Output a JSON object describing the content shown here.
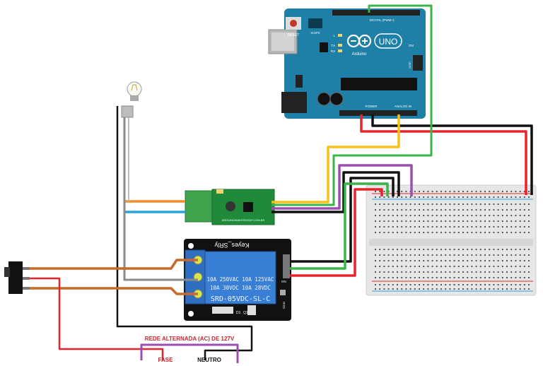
{
  "arduino": {
    "reset_label": "RESET",
    "icsp_label": "ICSP2",
    "digital_label": "DIGITAL (PWM~)",
    "led_l": "L",
    "led_tx": "TX",
    "led_rx": "RX",
    "brand": "Arduino",
    "model": "UNO",
    "on_label": "ON",
    "power_label": "POWER",
    "analog_label": "ANALOG IN",
    "icsp_side": "ICSP"
  },
  "sensor": {
    "text": "ARDUINOMAKERSHOP.COM.BR"
  },
  "relay": {
    "brand": "Keyes_SRly",
    "rating1": "10A 250VAC  10A 125VAC",
    "rating2": "10A  30VDC  10A  28VDC",
    "model": "SRD-05VDC-SL-C",
    "d1": "D1",
    "q1": "Q1",
    "on_label": "ON",
    "ryd_label": "RYD"
  },
  "mains": {
    "title": "REDE ALTERNADA (AC) DE 127V",
    "fase": "FASE",
    "neutro": "NEUTRO"
  },
  "colors": {
    "arduino_blue": "#1e7fa7",
    "relay_blue": "#2f6fc0",
    "wire_red": "#e8232b",
    "wire_black": "#111111",
    "wire_yellow": "#f5c21b",
    "wire_green": "#3bb54a",
    "wire_purple": "#9b4fb0",
    "wire_orange": "#f28c28",
    "wire_blue": "#2aa3dd",
    "wire_brown": "#c8692a",
    "title_red": "#c9262c"
  }
}
